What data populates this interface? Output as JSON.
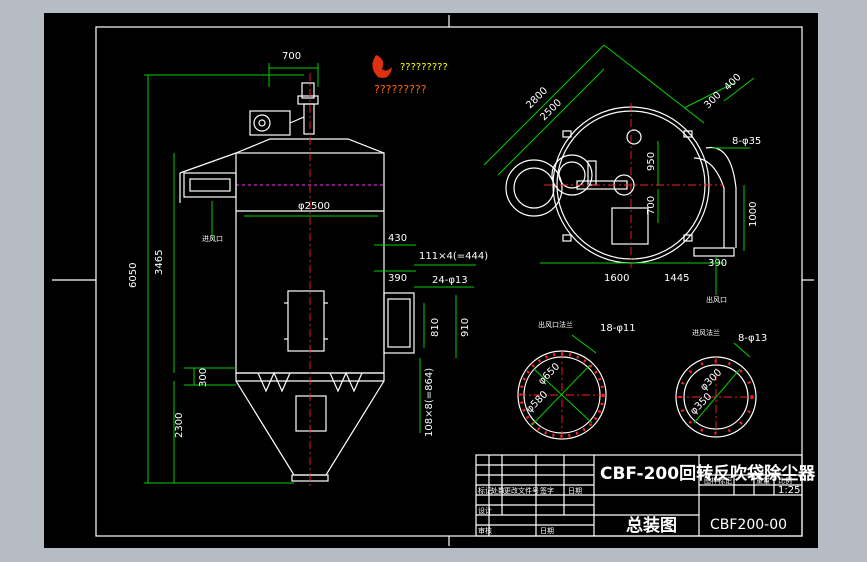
{
  "drawing": {
    "colors": {
      "background": "#000000",
      "frame": "#ffffff",
      "dimension": "#00d000",
      "centerline": "#ff2020",
      "hidden": "#ff30ff",
      "note": "#ffff00"
    },
    "dims_front": {
      "top_width": "700",
      "diameter": "φ2500",
      "total_height": "6050",
      "upper_height": "3465",
      "lower_height": "2300",
      "step": "300"
    },
    "dims_side": {
      "w430": "430",
      "w390": "390",
      "holes_top": "111×4(=444)",
      "holes_side": "24-φ13",
      "h810": "810",
      "h910": "910",
      "holes_vertical": "108×8(=864)"
    },
    "dims_plan": {
      "d2800": "2800",
      "d2500": "2500",
      "d950": "950",
      "d700": "700",
      "d1600": "1600",
      "d1445": "1445",
      "d390": "390",
      "d1000": "1000",
      "d300": "300",
      "d400": "400",
      "holes": "8-φ35"
    },
    "flanges": {
      "left_holes": "18-φ11",
      "left_d1": "φ650",
      "left_d2": "φ580",
      "right_holes": "8-φ13",
      "right_d1": "φ300",
      "right_d2": "φ350"
    },
    "notes": {
      "logo_line1": "?????????",
      "logo_line2": "?????????",
      "inlet": "进风口",
      "outlet": "出风口",
      "inlet_flange": "出风口法兰",
      "outlet_flange": "进风法兰"
    },
    "title_block": {
      "title": "CBF-200回转反吹袋除尘器",
      "drawing_name": "总装图",
      "drawing_number": "CBF200-00",
      "scale": "1:25",
      "cells": [
        "图样标记",
        "重量",
        "比例",
        "标记",
        "处数",
        "更改文件号",
        "签字",
        "日期",
        "设计",
        "审核",
        "日期"
      ]
    }
  }
}
